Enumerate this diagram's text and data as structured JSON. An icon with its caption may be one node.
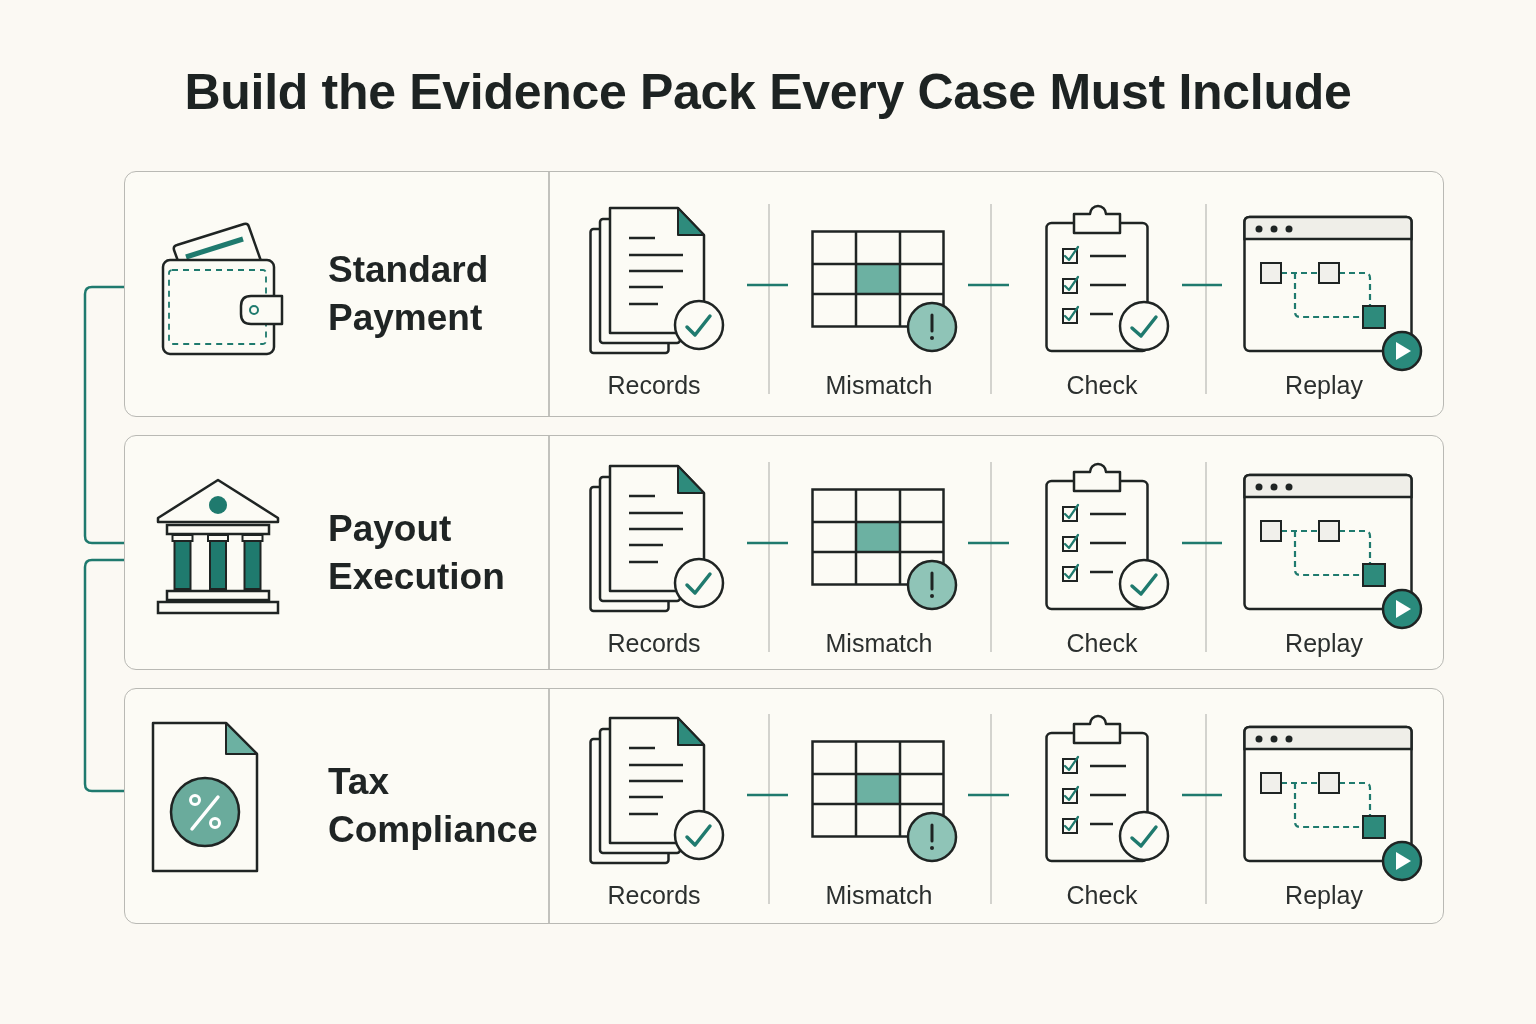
{
  "diagram": {
    "title": "Build the Evidence Pack Every Case Must Include",
    "nodes": [
      {
        "text": [
          "Standard Payment"
        ]
      },
      {
        "text": [
          "Records"
        ],
        "in": 0
      },
      {
        "text": [
          "Mismatch"
        ],
        "in": 0
      },
      {
        "text": [
          "Check"
        ],
        "in": 0
      },
      {
        "text": [
          "Replay"
        ],
        "in": 0
      },
      {
        "text": [
          "Payout Execution"
        ]
      },
      {
        "text": [
          "Records"
        ],
        "in": 5
      },
      {
        "text": [
          "Mismatch"
        ],
        "in": 5
      },
      {
        "text": [
          "Check"
        ],
        "in": 5
      },
      {
        "text": [
          "Replay"
        ],
        "in": 5
      },
      {
        "text": [
          "Tax Compliance"
        ]
      },
      {
        "text": [
          "Records"
        ],
        "in": 10
      },
      {
        "text": [
          "Mismatch"
        ],
        "in": 10
      },
      {
        "text": [
          "Check"
        ],
        "in": 10
      },
      {
        "text": [
          "Replay"
        ],
        "in": 10
      }
    ],
    "edges": [
      {
        "from": 0,
        "to": 5,
        "arrow": "none"
      },
      {
        "from": 5,
        "to": 10,
        "arrow": "none"
      },
      {
        "from": 1,
        "to": 2,
        "arrow": "none"
      },
      {
        "from": 2,
        "to": 3,
        "arrow": "none"
      },
      {
        "from": 3,
        "to": 4,
        "arrow": "none"
      },
      {
        "from": 6,
        "to": 7,
        "arrow": "none"
      },
      {
        "from": 7,
        "to": 8,
        "arrow": "none"
      },
      {
        "from": 8,
        "to": 9,
        "arrow": "none"
      },
      {
        "from": 11,
        "to": 12,
        "arrow": "none"
      },
      {
        "from": 12,
        "to": 13,
        "arrow": "none"
      },
      {
        "from": 13,
        "to": 14,
        "arrow": "none"
      }
    ]
  }
}
